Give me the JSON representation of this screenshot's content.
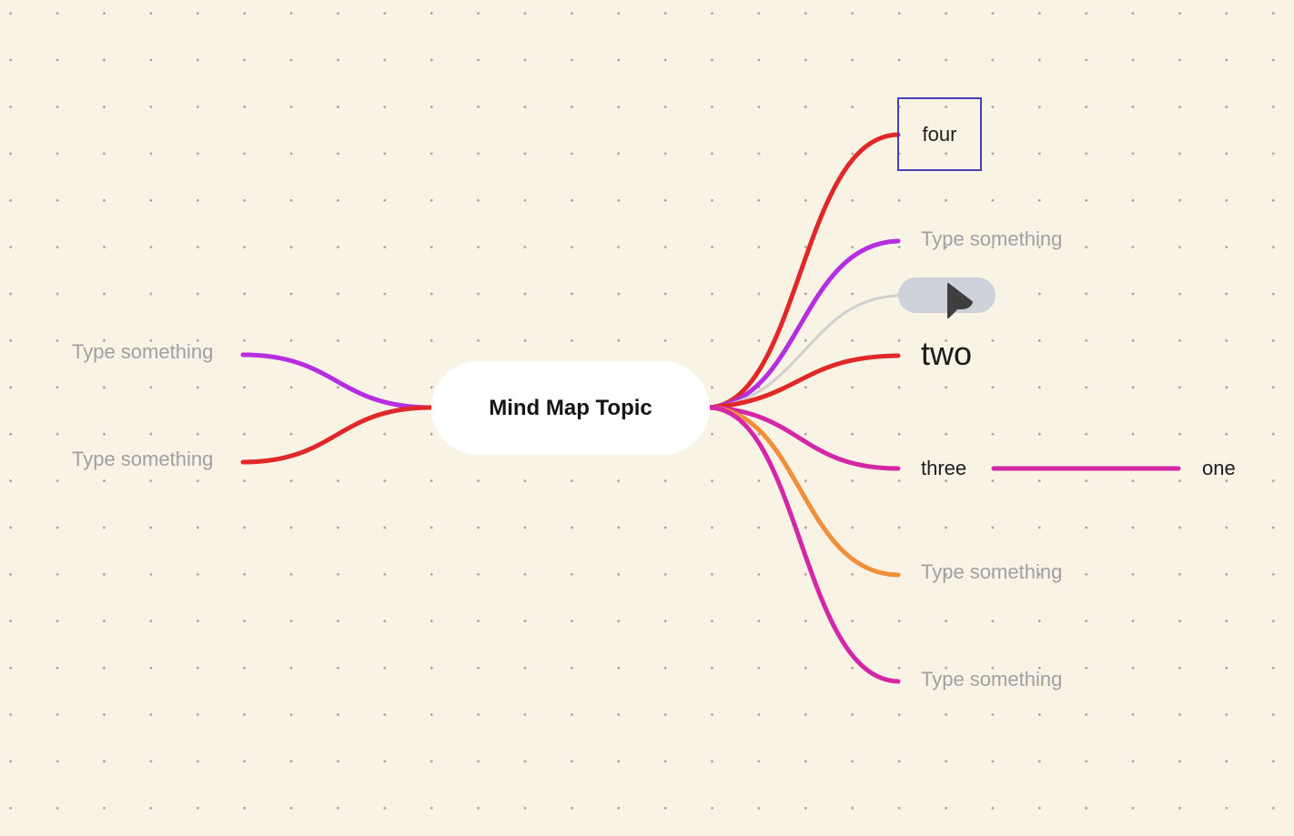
{
  "mindmap": {
    "root": {
      "label": "Mind Map Topic"
    },
    "right_branches": [
      {
        "id": "four",
        "label": "four",
        "color": "#e02828",
        "state": "selected"
      },
      {
        "id": "type-1",
        "label": "Type something",
        "color": "#b52ee0",
        "placeholder": true
      },
      {
        "id": "blank",
        "label": "",
        "color": "#d0d0d0",
        "state": "editing"
      },
      {
        "id": "two",
        "label": "two",
        "color": "#e02828"
      },
      {
        "id": "three",
        "label": "three",
        "color": "#d427a8",
        "children": [
          {
            "id": "one",
            "label": "one",
            "color": "#d427a8"
          }
        ]
      },
      {
        "id": "type-2",
        "label": "Type something",
        "color": "#f08f3a",
        "placeholder": true
      },
      {
        "id": "type-3",
        "label": "Type something",
        "color": "#d427a8",
        "placeholder": true
      }
    ],
    "left_branches": [
      {
        "id": "left-1",
        "label": "Type something",
        "color": "#b52ee0",
        "placeholder": true
      },
      {
        "id": "left-2",
        "label": "Type something",
        "color": "#e02828",
        "placeholder": true
      }
    ]
  },
  "colors": {
    "background": "#f8f3e5",
    "selection_border": "#4a40b5",
    "editing_node_fill": "#cdd1da"
  },
  "icons": {
    "cursor": "mouse-pointer-icon"
  }
}
